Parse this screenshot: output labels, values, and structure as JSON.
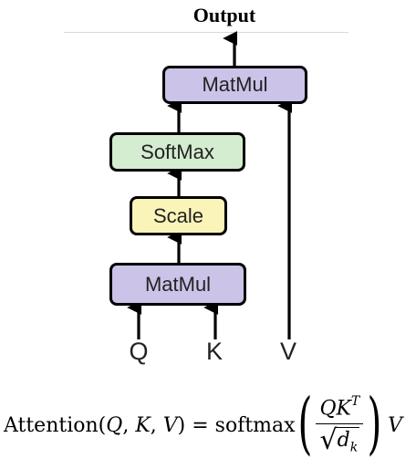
{
  "title": "Output",
  "boxes": {
    "matmul_top": {
      "label": "MatMul",
      "fill": "#cbc3e8"
    },
    "softmax": {
      "label": "SoftMax",
      "fill": "#d4ecd0"
    },
    "scale": {
      "label": "Scale",
      "fill": "#fbf4b8"
    },
    "matmul_bottom": {
      "label": "MatMul",
      "fill": "#cbc3e8"
    }
  },
  "inputs": {
    "q": "Q",
    "k": "K",
    "v": "V"
  },
  "formula": {
    "lhs": "Attention",
    "args_open": "(",
    "arg_q": "Q",
    "comma1": ", ",
    "arg_k": "K",
    "comma2": ", ",
    "arg_v": "V",
    "args_close": ")",
    "equals": " = ",
    "func": "softmax",
    "numerator": "QK",
    "numerator_sup": "T",
    "denominator_sqrt": "√",
    "denominator": "d",
    "denominator_sub": "k",
    "paren_open": "(",
    "paren_close": ")",
    "multiplier": "V"
  }
}
